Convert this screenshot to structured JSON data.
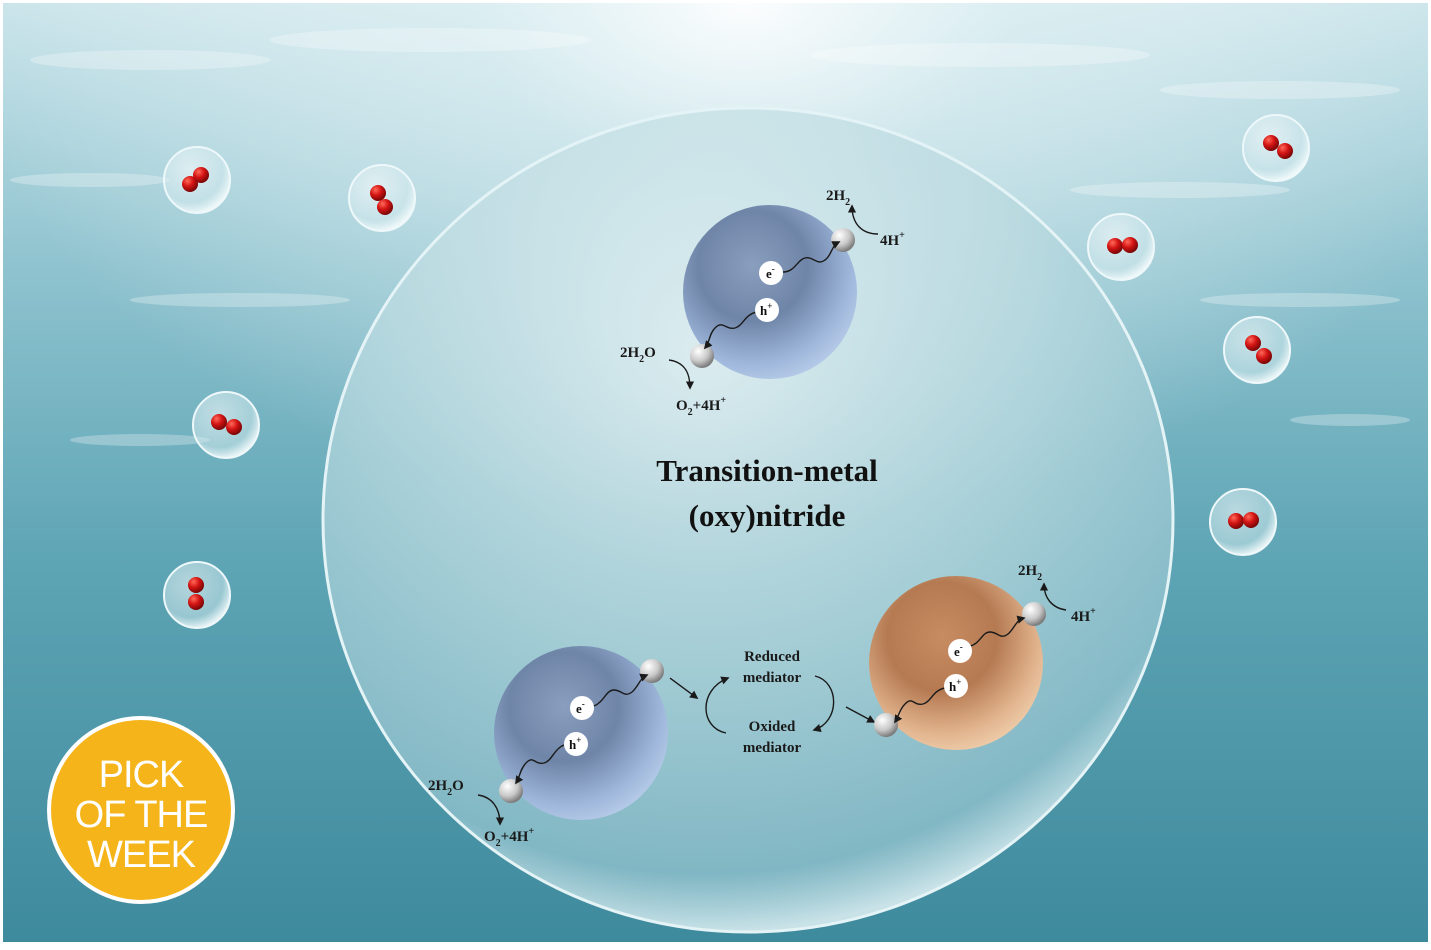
{
  "title": {
    "line1": "Transition-metal",
    "line2": "(oxy)nitride"
  },
  "single_particle": {
    "electron": "e",
    "electron_sup": "-",
    "hole": "h",
    "hole_sup": "+",
    "top_product": "2H",
    "top_product_sub": "2",
    "top_reactant": "4H",
    "top_reactant_sup": "+",
    "bottom_reactant": "2H",
    "bottom_reactant_sub": "2",
    "bottom_reactant_tail": "O",
    "bottom_product_a": "O",
    "bottom_product_sub": "2",
    "bottom_product_b": "+4H",
    "bottom_product_sup": "+"
  },
  "z_scheme": {
    "left": {
      "electron": "e",
      "electron_sup": "-",
      "hole": "h",
      "hole_sup": "+",
      "reactant": "2H",
      "reactant_sub": "2",
      "reactant_tail": "O",
      "product_a": "O",
      "product_sub": "2",
      "product_b": "+4H",
      "product_sup": "+"
    },
    "mediator": {
      "reduced_line1": "Reduced",
      "reduced_line2": "mediator",
      "oxided_line1": "Oxided",
      "oxided_line2": "mediator"
    },
    "right": {
      "electron": "e",
      "electron_sup": "-",
      "hole": "h",
      "hole_sup": "+",
      "product": "2H",
      "product_sub": "2",
      "reactant": "4H",
      "reactant_sup": "+"
    }
  },
  "badge": {
    "line1": "PICK",
    "line2": "OF THE",
    "line3": "WEEK"
  },
  "colors": {
    "water_top": "#b9dbe2",
    "water_bottom": "#3f8d9f",
    "blue_particle": "#8fa9cf",
    "gold_particle": "#d7a57c",
    "oxygen": "#d01515",
    "badge": "#f4b41a"
  }
}
